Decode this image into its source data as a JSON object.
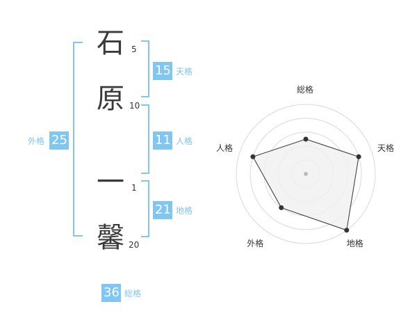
{
  "name": {
    "characters": [
      {
        "char": "石",
        "strokes": "5"
      },
      {
        "char": "原",
        "strokes": "10"
      },
      {
        "char": "一",
        "strokes": "1"
      },
      {
        "char": "馨",
        "strokes": "20"
      }
    ]
  },
  "fortunes": {
    "tenkaku": {
      "value": "15",
      "label": "天格"
    },
    "jinkaku": {
      "value": "11",
      "label": "人格"
    },
    "chikaku": {
      "value": "21",
      "label": "地格"
    },
    "gaikaku": {
      "value": "25",
      "label": "外格"
    },
    "soukaku": {
      "value": "36",
      "label": "総格"
    }
  },
  "chart_data": {
    "type": "radar",
    "axes": [
      "総格",
      "天格",
      "地格",
      "外格",
      "人格"
    ],
    "values": [
      0.5,
      0.8,
      1.0,
      0.6,
      0.8
    ],
    "max": 1.0,
    "rings": 5,
    "colors": {
      "fill": "#f0f0f0",
      "line": "#333333",
      "ring": "#d9d9d9",
      "center": "#bbbbbb"
    }
  },
  "colors": {
    "accent": "#7fc6f2",
    "text": "#333333"
  }
}
